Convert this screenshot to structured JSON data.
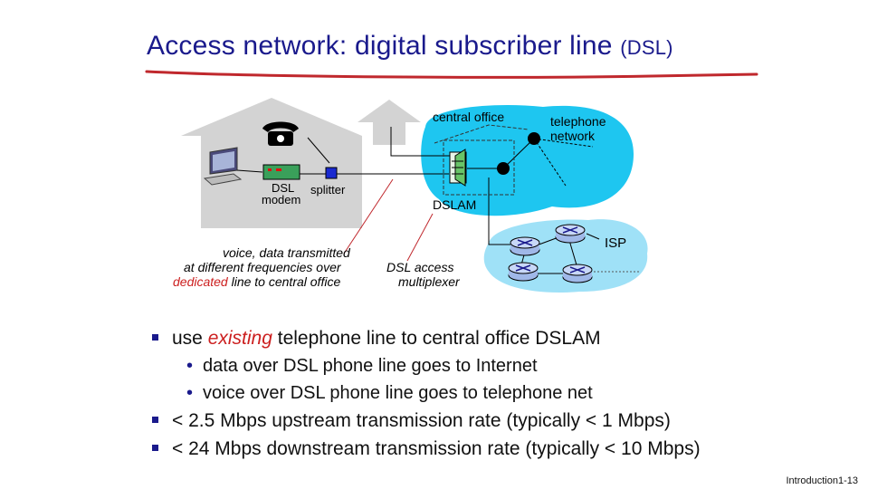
{
  "title": {
    "main": "Access network: digital subscriber line",
    "abbr": "(DSL)"
  },
  "diagram": {
    "central_office": "central office",
    "telephone_network_1": "telephone",
    "telephone_network_2": "network",
    "dsl_modem_1": "DSL",
    "dsl_modem_2": "modem",
    "splitter": "splitter",
    "dslam": "DSLAM",
    "isp": "ISP",
    "voice_note_1": "voice, data transmitted",
    "voice_note_2": "at different frequencies over",
    "voice_note_3_red": "dedicated",
    "voice_note_3_rest": " line to central office",
    "mux_1": "DSL access",
    "mux_2": "multiplexer",
    "colors": {
      "cloud": "#1ec6f0",
      "isp_cloud": "#9fe1f7",
      "house": "#d3d3d3",
      "title": "#1a1a8c",
      "underline": "#c0282d",
      "emphasis": "#cc1f1f"
    }
  },
  "bullets": {
    "b1_pre": "use ",
    "b1_em": "existing",
    "b1_post": " telephone line to central office DSLAM",
    "b1_sub1": "data over DSL phone line goes to Internet",
    "b1_sub2": "voice over DSL phone line goes to telephone net",
    "b2": "< 2.5 Mbps upstream transmission rate (typically < 1 Mbps)",
    "b3": "< 24 Mbps downstream transmission rate (typically < 10 Mbps)"
  },
  "footer": "Introduction1-13"
}
